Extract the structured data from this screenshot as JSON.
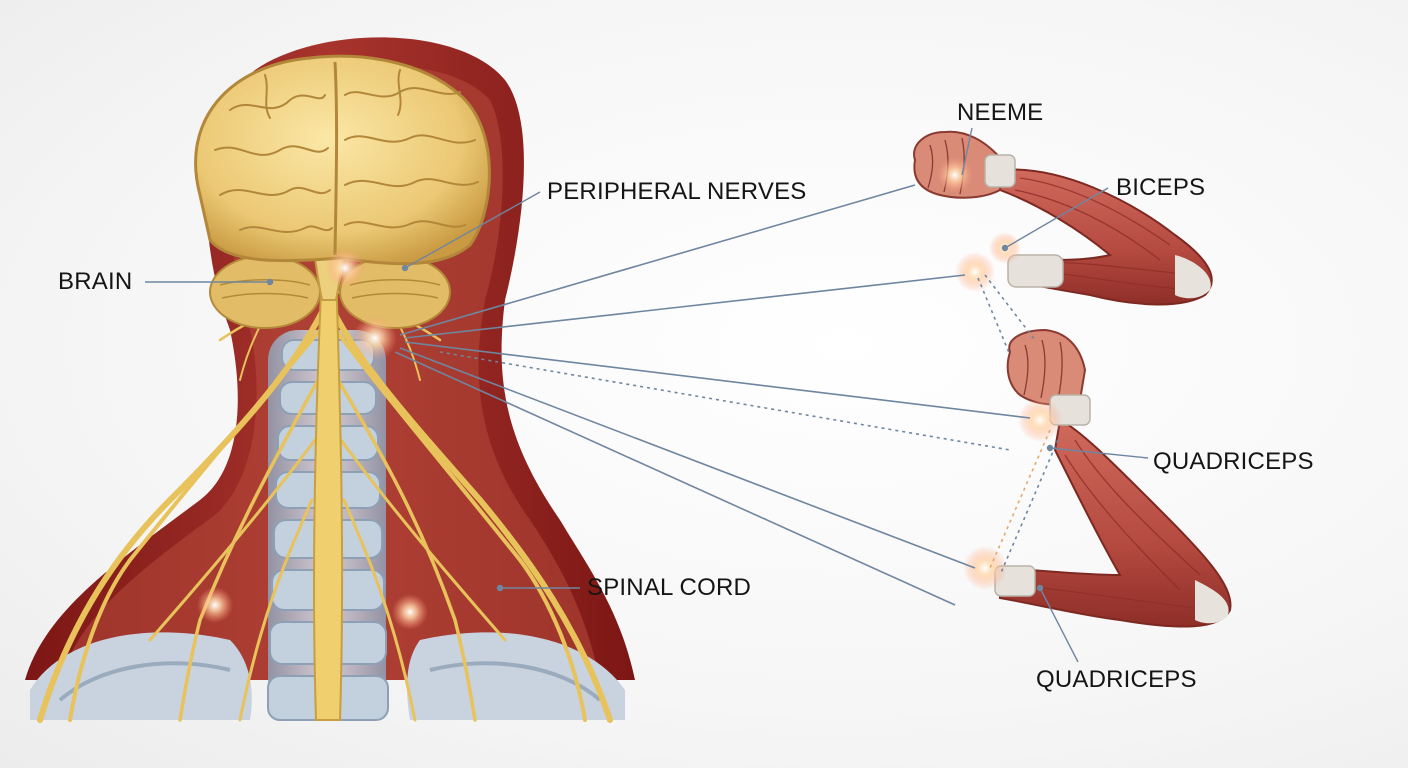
{
  "labels": {
    "brain": "BRAIN",
    "peripheral_nerves": "PERIPHERAL NERVES",
    "spinal_cord": "SPINAL CORD",
    "neeme": "NEEME",
    "biceps": "BICEPS",
    "quadriceps_upper": "QUADRICEPS",
    "quadriceps_lower": "QUADRICEPS"
  },
  "colors": {
    "nerve": "#e8c25a",
    "muscle": "#b5473f",
    "tissue": "#8e1f1c",
    "bone": "#b9c7d6",
    "leader": "#6f86a0"
  }
}
